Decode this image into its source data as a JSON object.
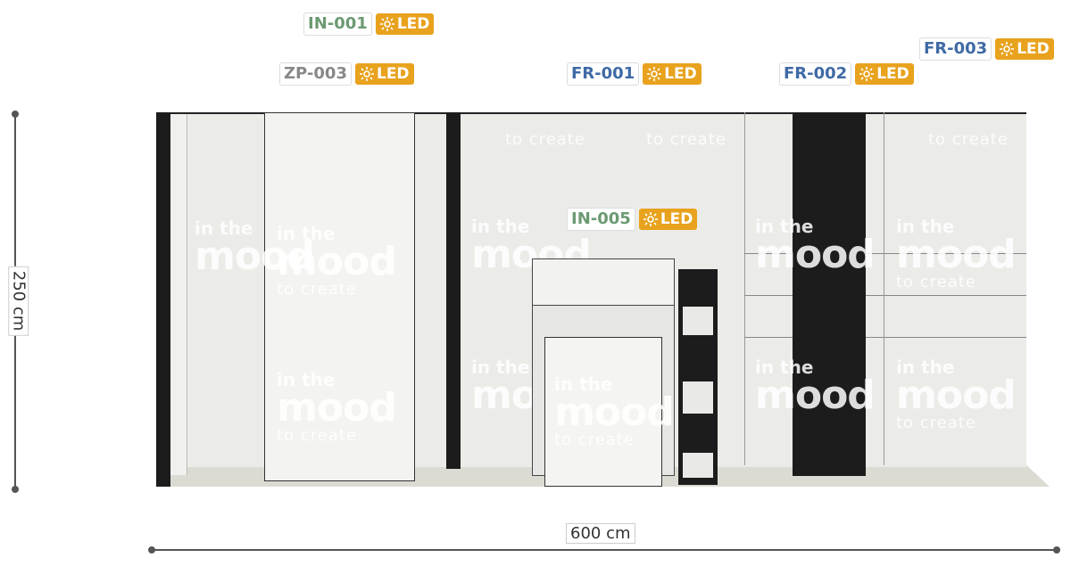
{
  "colors": {
    "led": "#e8a21d",
    "green_code": "#6b9a72",
    "gray_code": "#888888",
    "blue_code": "#3f6aa5",
    "panel": "#ebebe8",
    "frame_black": "#1c1c1c"
  },
  "labels": {
    "in001": {
      "code": "IN-001",
      "led": "LED"
    },
    "zp003": {
      "code": "ZP-003",
      "led": "LED"
    },
    "fr001": {
      "code": "FR-001",
      "led": "LED"
    },
    "fr002": {
      "code": "FR-002",
      "led": "LED"
    },
    "fr003": {
      "code": "FR-003",
      "led": "LED"
    },
    "in005": {
      "code": "IN-005",
      "led": "LED"
    }
  },
  "dimensions": {
    "height": "250 cm",
    "width": "600 cm"
  },
  "watermark": {
    "line1": "in the",
    "line2": "mood",
    "line3": "to create"
  },
  "icons": {
    "led": "sun-icon"
  }
}
